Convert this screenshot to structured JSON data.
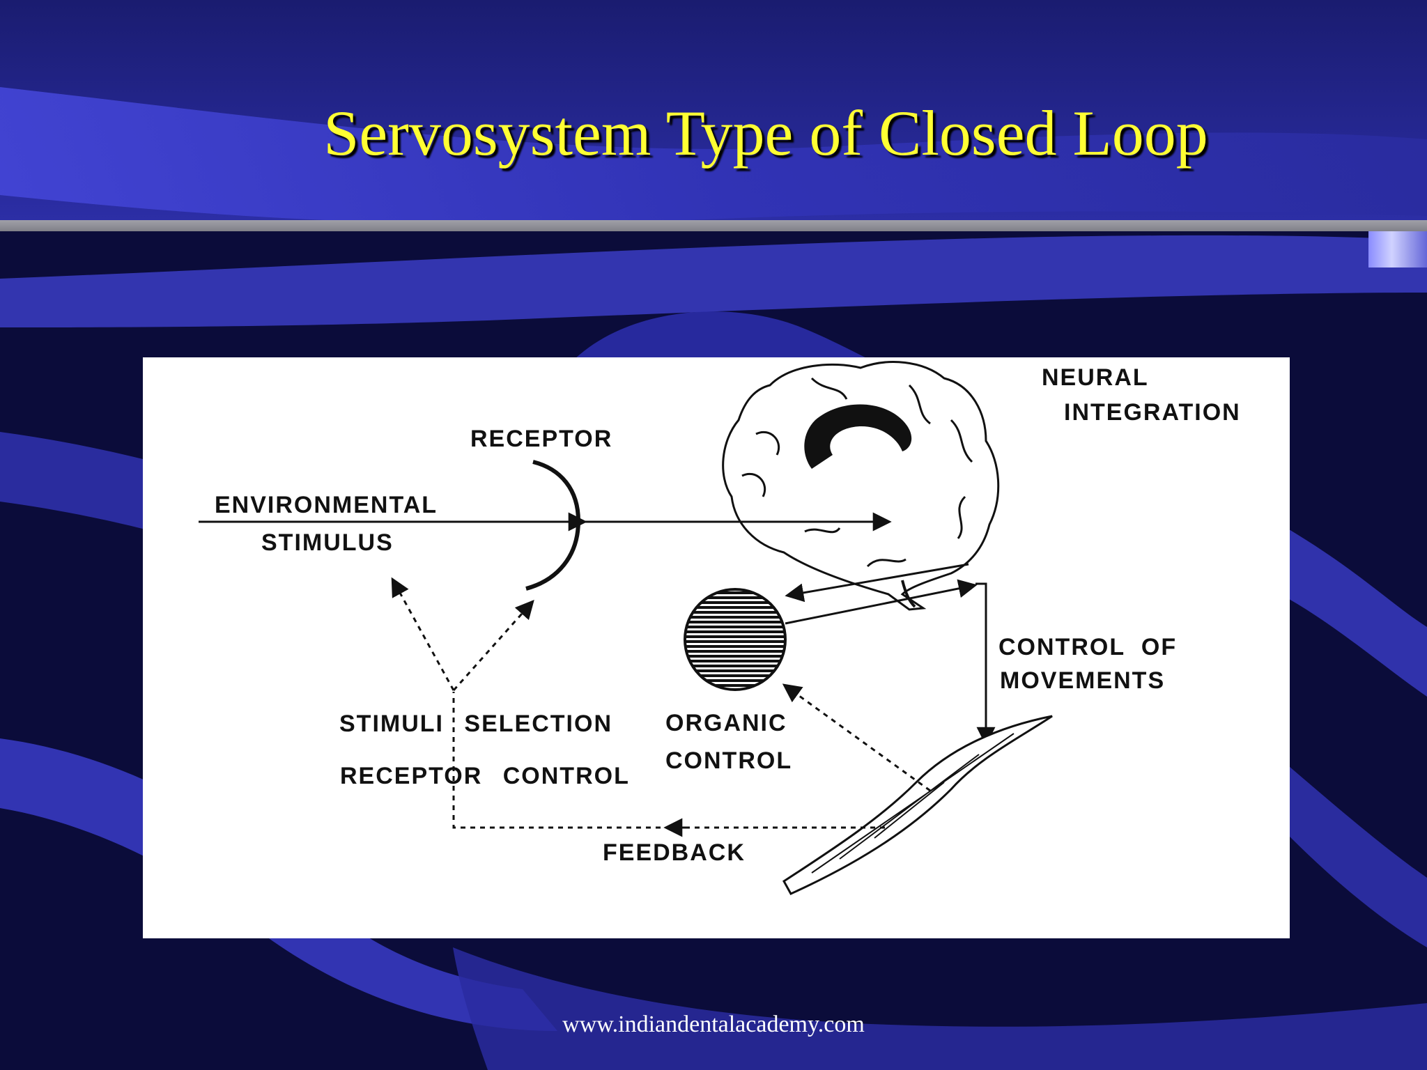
{
  "slide": {
    "title": "Servosystem Type of Closed Loop",
    "footer_url": "www.indiandentalacademy.com",
    "colors": {
      "background": "#0b0c3a",
      "title": "#ffff33",
      "panel": "#ffffff",
      "ribbon": "#3a3cc8"
    }
  },
  "diagram": {
    "neural_integration_1": "NEURAL",
    "neural_integration_2": "INTEGRATION",
    "receptor": "RECEPTOR",
    "environmental": "ENVIRONMENTAL",
    "stimulus": "STIMULUS",
    "stimuli_selection": "STIMULI SELECTION",
    "receptor_control": "RECEPTOR CONTROL",
    "organic_1": "ORGANIC",
    "organic_2": "CONTROL",
    "control_of": "CONTROL OF",
    "movements": "MOVEMENTS",
    "feedback": "FEEDBACK",
    "icons": [
      "brain-icon",
      "receptor-arc-icon",
      "organ-sphere-icon",
      "muscle-icon"
    ]
  }
}
